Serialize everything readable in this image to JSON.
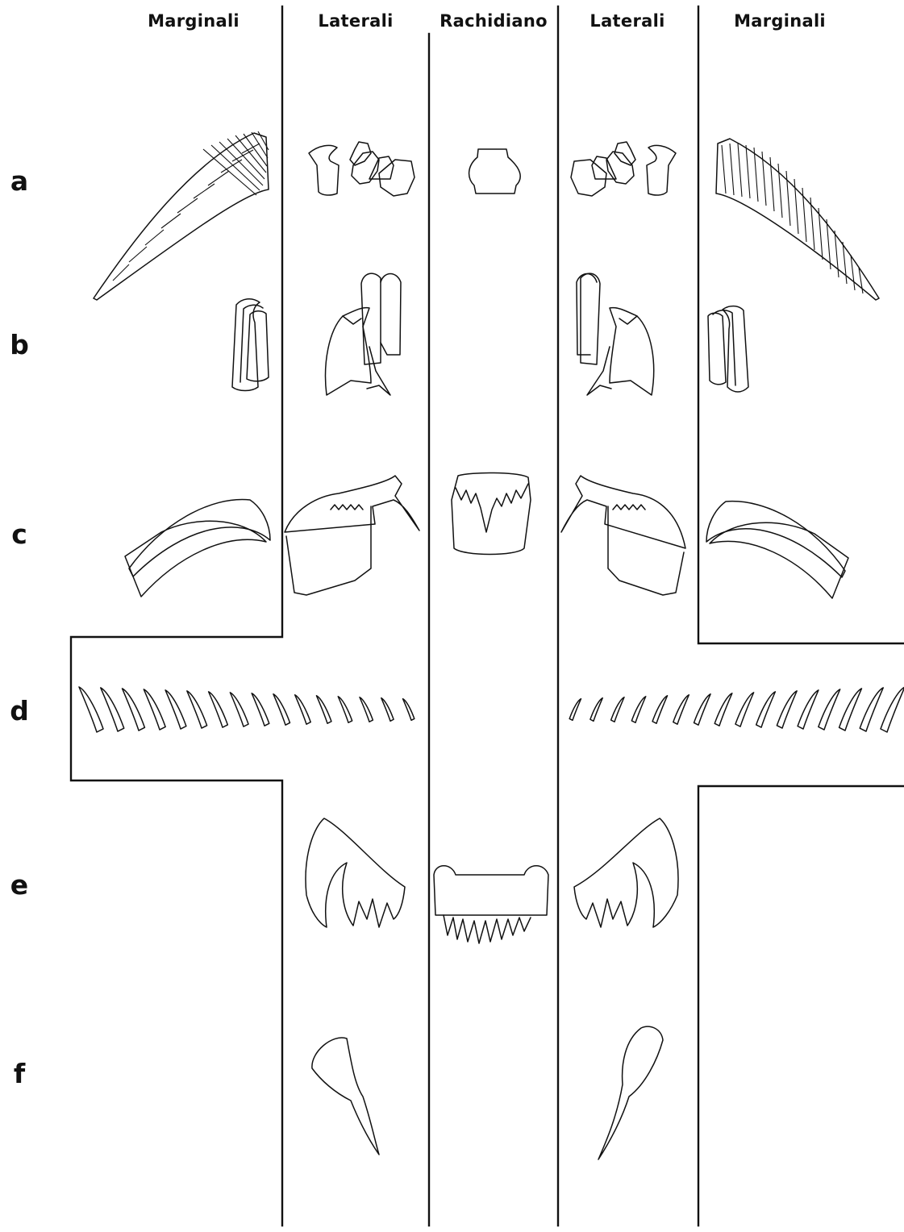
{
  "columns": {
    "marginali_left": "Marginali",
    "laterali_left": "Laterali",
    "rachidiano": "Rachidiano",
    "laterali_right": "Laterali",
    "marginali_right": "Marginali"
  },
  "rows": {
    "a": "a",
    "b": "b",
    "c": "c",
    "d": "d",
    "e": "e",
    "f": "f"
  },
  "colors": {
    "ink": "#111111",
    "paper": "#ffffff"
  }
}
